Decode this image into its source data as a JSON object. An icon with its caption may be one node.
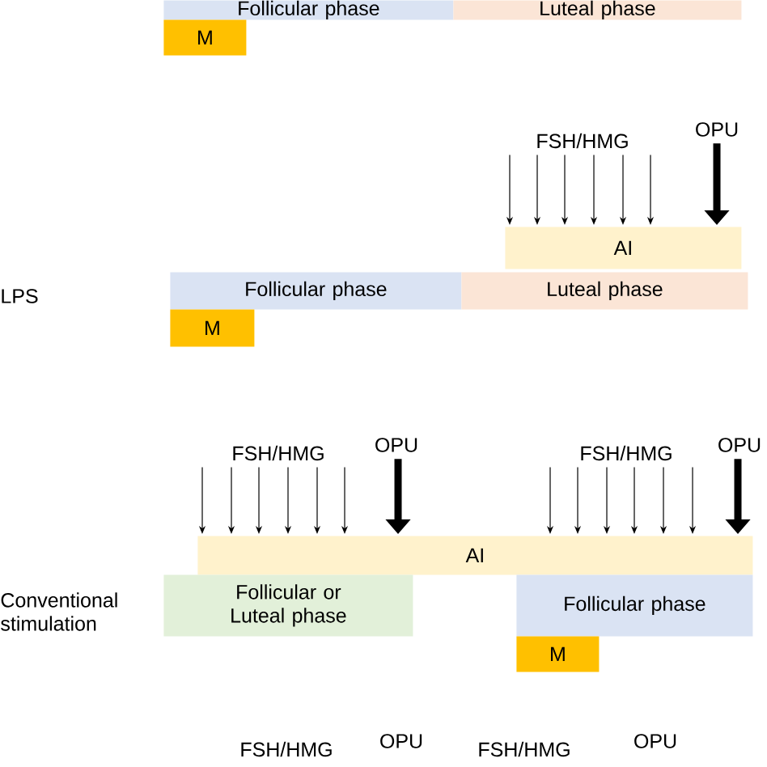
{
  "diagram": {
    "nodes": [
      {
        "text": [
          "Follicular phase"
        ]
      },
      {
        "text": [
          "Luteal phase"
        ]
      },
      {
        "text": [
          "M"
        ]
      },
      {
        "text": [
          "FSH/HMG"
        ]
      },
      {
        "text": [
          "OPU"
        ]
      },
      {
        "text": [
          "AI"
        ]
      },
      {
        "text": [
          "Follicular phase"
        ]
      },
      {
        "text": [
          "Luteal phase"
        ]
      },
      {
        "text": [
          "M"
        ]
      },
      {
        "text": [
          "FSH/HMG"
        ]
      },
      {
        "text": [
          "OPU"
        ]
      },
      {
        "text": [
          "FSH/HMG"
        ]
      },
      {
        "text": [
          "OPU"
        ]
      },
      {
        "text": [
          "AI"
        ]
      },
      {
        "text": [
          "Follicular or Luteal phase"
        ]
      },
      {
        "text": [
          "Follicular phase"
        ]
      },
      {
        "text": [
          "M"
        ]
      }
    ],
    "edges": [
      {
        "from": 3,
        "to": 5,
        "arrow": "to"
      },
      {
        "from": 3,
        "to": 5,
        "arrow": "to"
      },
      {
        "from": 3,
        "to": 5,
        "arrow": "to"
      },
      {
        "from": 3,
        "to": 5,
        "arrow": "to"
      },
      {
        "from": 3,
        "to": 5,
        "arrow": "to"
      },
      {
        "from": 3,
        "to": 5,
        "arrow": "to"
      },
      {
        "from": 4,
        "to": 5,
        "arrow": "to",
        "style": "thick"
      },
      {
        "from": 9,
        "to": 13,
        "arrow": "to"
      },
      {
        "from": 9,
        "to": 13,
        "arrow": "to"
      },
      {
        "from": 9,
        "to": 13,
        "arrow": "to"
      },
      {
        "from": 9,
        "to": 13,
        "arrow": "to"
      },
      {
        "from": 9,
        "to": 13,
        "arrow": "to"
      },
      {
        "from": 9,
        "to": 13,
        "arrow": "to"
      },
      {
        "from": 10,
        "to": 13,
        "arrow": "to",
        "style": "thick"
      },
      {
        "from": 11,
        "to": 13,
        "arrow": "to"
      },
      {
        "from": 11,
        "to": 13,
        "arrow": "to"
      },
      {
        "from": 11,
        "to": 13,
        "arrow": "to"
      },
      {
        "from": 11,
        "to": 13,
        "arrow": "to"
      },
      {
        "from": 11,
        "to": 13,
        "arrow": "to"
      },
      {
        "from": 11,
        "to": 13,
        "arrow": "to"
      },
      {
        "from": 12,
        "to": 13,
        "arrow": "to",
        "style": "thick"
      }
    ],
    "labels": [
      "LPS",
      "Conventional stimulation",
      "FSH/HMG",
      "OPU",
      "FSH/HMG",
      "OPU"
    ]
  }
}
